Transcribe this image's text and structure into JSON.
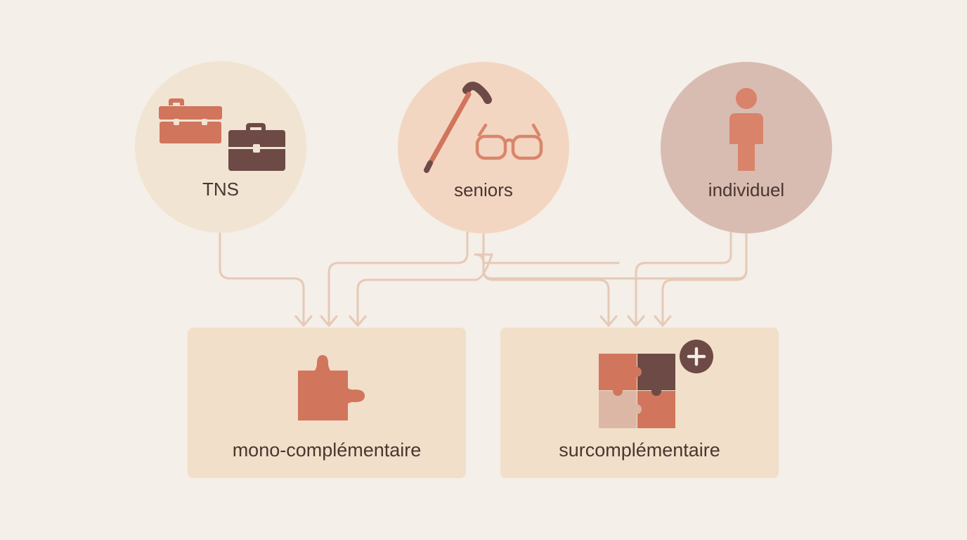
{
  "colors": {
    "background": "#f4efe8",
    "circle_tns": "#f1e4d3",
    "circle_seniors": "#f3d6c2",
    "circle_individuel": "#d9bcb1",
    "box_fill": "#f1dfc9",
    "terracotta": "#d1755c",
    "plum": "#6d4a46",
    "blush": "#dcb7a6",
    "connector": "#e6c9b6",
    "text": "#4a3631"
  },
  "categories": [
    {
      "label": "TNS",
      "icons": [
        "toolbox-icon",
        "briefcase-icon"
      ]
    },
    {
      "label": "seniors",
      "icons": [
        "cane-icon",
        "glasses-icon"
      ]
    },
    {
      "label": "individuel",
      "icons": [
        "person-icon"
      ]
    }
  ],
  "contracts": [
    {
      "label": "mono-complémentaire",
      "icons": [
        "puzzle-piece-icon"
      ]
    },
    {
      "label": "surcomplémentaire",
      "icons": [
        "puzzle-assembled-icon",
        "plus-badge-icon"
      ]
    }
  ],
  "links": [
    {
      "from": "TNS",
      "to": "mono-complémentaire"
    },
    {
      "from": "seniors",
      "to": "mono-complémentaire"
    },
    {
      "from": "seniors",
      "to": "surcomplémentaire"
    },
    {
      "from": "individuel",
      "to": "mono-complémentaire"
    },
    {
      "from": "individuel",
      "to": "surcomplémentaire"
    }
  ]
}
